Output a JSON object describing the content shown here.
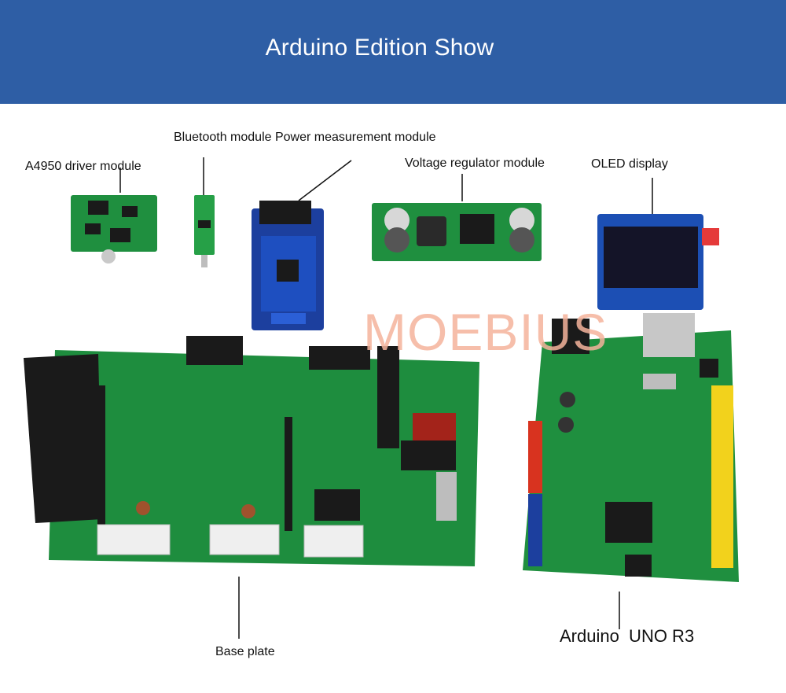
{
  "header": {
    "title": "Arduino Edition Show",
    "bg_color": "#2e5ea5"
  },
  "labels": {
    "bluetooth_power": "Bluetooth module Power measurement module",
    "a4950": "A4950 driver module",
    "voltage_regulator": "Voltage regulator module",
    "oled": "OLED display",
    "base_plate": "Base plate",
    "arduino_uno": "Arduino  UNO R3"
  },
  "watermark": "MOEBIUS",
  "pcb_colors": {
    "green": "#1f8f3f",
    "dark_green": "#156b2e",
    "blue": "#1c3f9e",
    "black": "#1a1a1a",
    "yellow": "#f2d21c",
    "red": "#d8331f"
  }
}
